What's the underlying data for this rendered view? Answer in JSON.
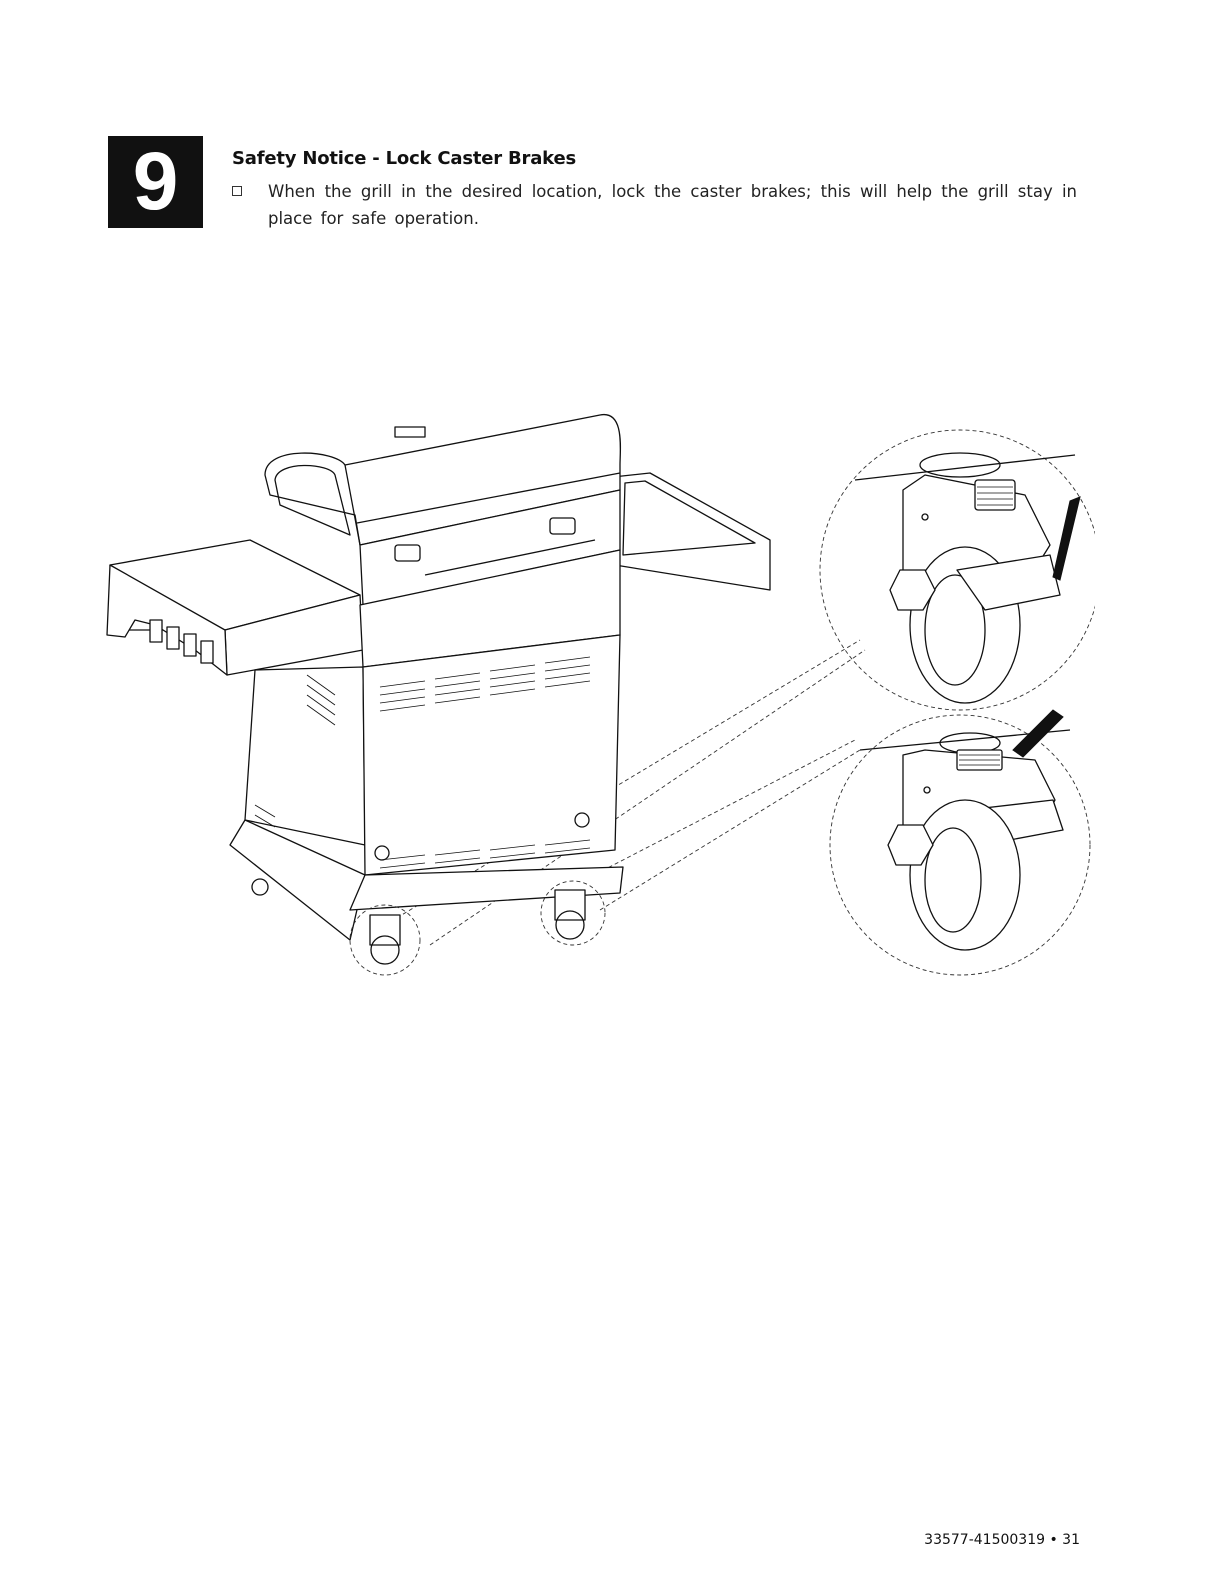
{
  "step": {
    "number": "9",
    "title": "Safety Notice - Lock Caster Brakes",
    "instruction": "When the grill in the desired location, lock the caster brakes; this will help the grill stay in place for safe operation."
  },
  "footer": {
    "page_ref": "33577-41500319 • 31"
  }
}
